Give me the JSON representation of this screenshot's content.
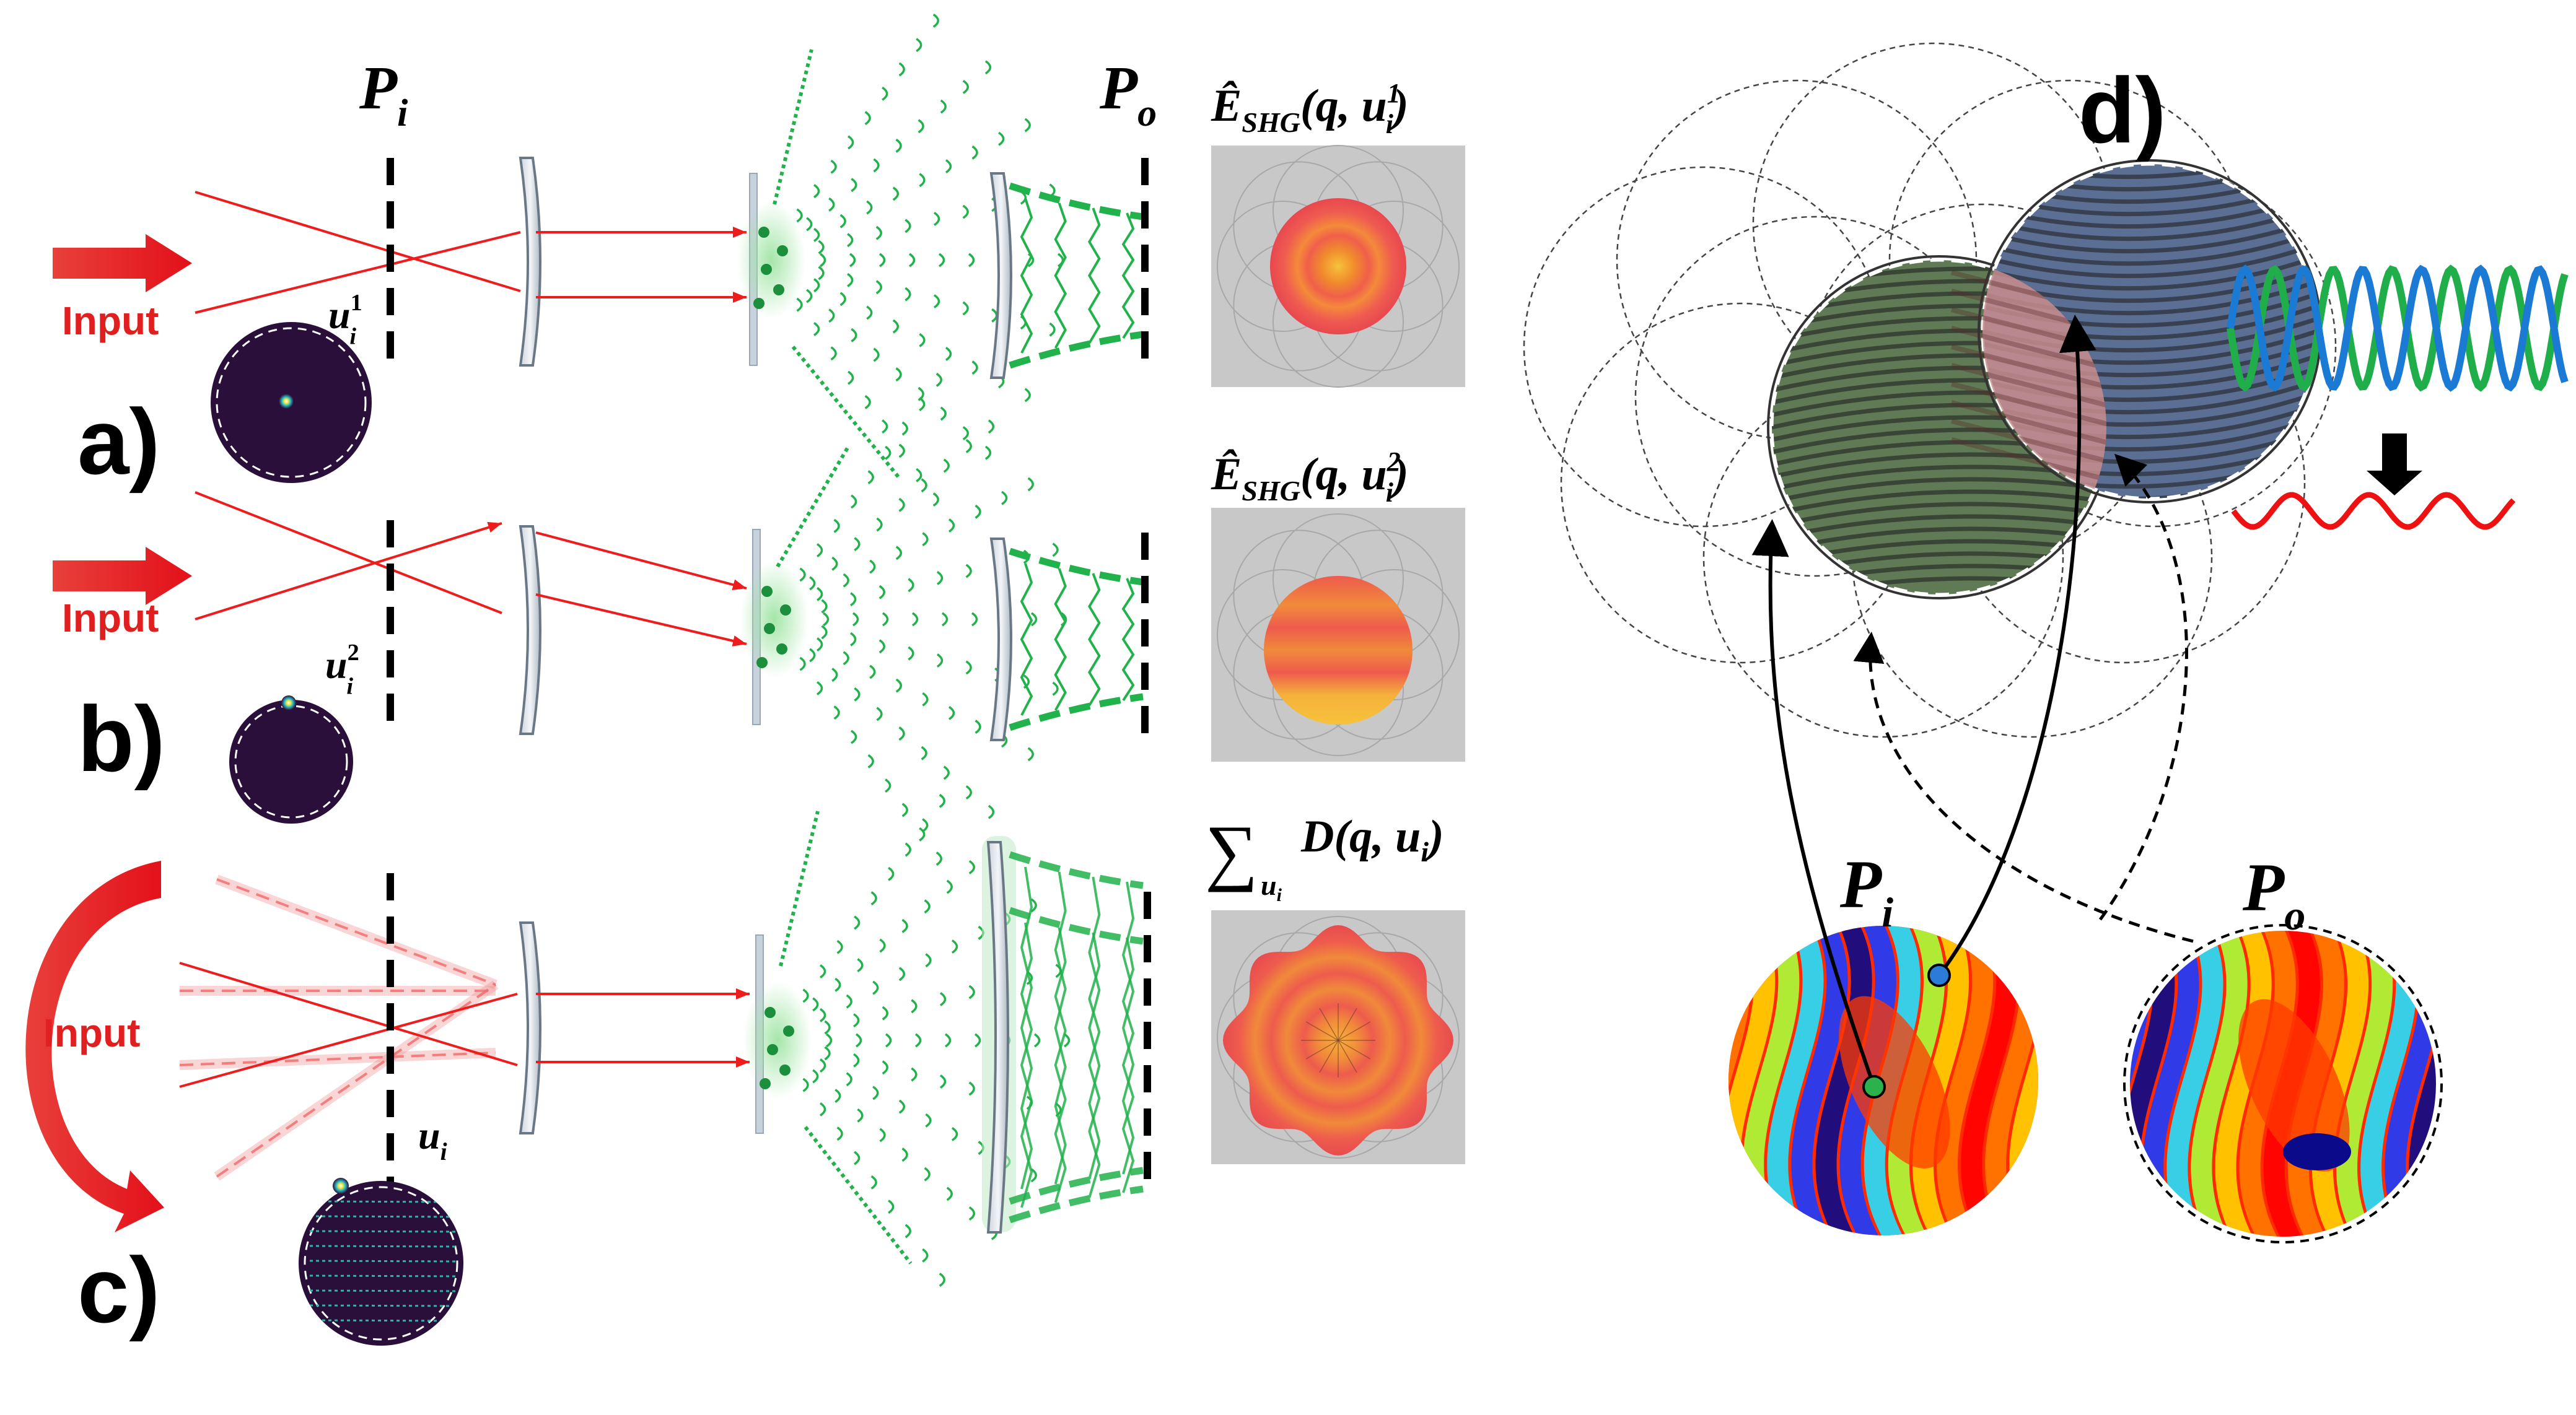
{
  "panels": {
    "a": "a)",
    "b": "b)",
    "c": "c)",
    "d": "d)"
  },
  "input_label": "Input",
  "planes": {
    "input_symbol": "P",
    "input_sub": "i",
    "output_symbol": "P",
    "output_sub": "o"
  },
  "u_labels": {
    "u1_base": "u",
    "u1_sub": "i",
    "u1_sup": "1",
    "u2_base": "u",
    "u2_sub": "i",
    "u2_sup": "2",
    "u_base": "u",
    "u_sub": "i"
  },
  "equations": {
    "e1_head": "Ê",
    "e1_sub": "SHG",
    "e1_args": "(q, u",
    "e1_arg_sub": "i",
    "e1_arg_sup": "1",
    "e1_close": ")",
    "e2_head": "Ê",
    "e2_sub": "SHG",
    "e2_args": "(q, u",
    "e2_arg_sub": "i",
    "e2_arg_sup": "2",
    "e2_close": ")",
    "sum_symbol": "∑",
    "sum_sub": "u",
    "sum_sub_sub": "i",
    "sum_body": "D(q, u",
    "sum_body_sub": "i",
    "sum_close": ")"
  },
  "d_labels": {
    "pi_symbol": "P",
    "pi_sub": "i",
    "po_symbol": "P",
    "po_sub": "o"
  },
  "colors": {
    "beam_red": "#ee1c1c",
    "input_red": "#e02020",
    "green_wave": "#22b24c",
    "dark_purple": "#2a0f3a",
    "orange_core": "#f29a2e",
    "salmon": "#ef6a5a",
    "grey_bg": "#c8c8c8",
    "blue_circle": "#5a6f93",
    "green_circle": "#5f7a55",
    "pink_overlap": "#c88d8d",
    "wave_blue": "#1a7ad4",
    "wave_green": "#1fae4a",
    "wave_red": "#ee1111"
  }
}
